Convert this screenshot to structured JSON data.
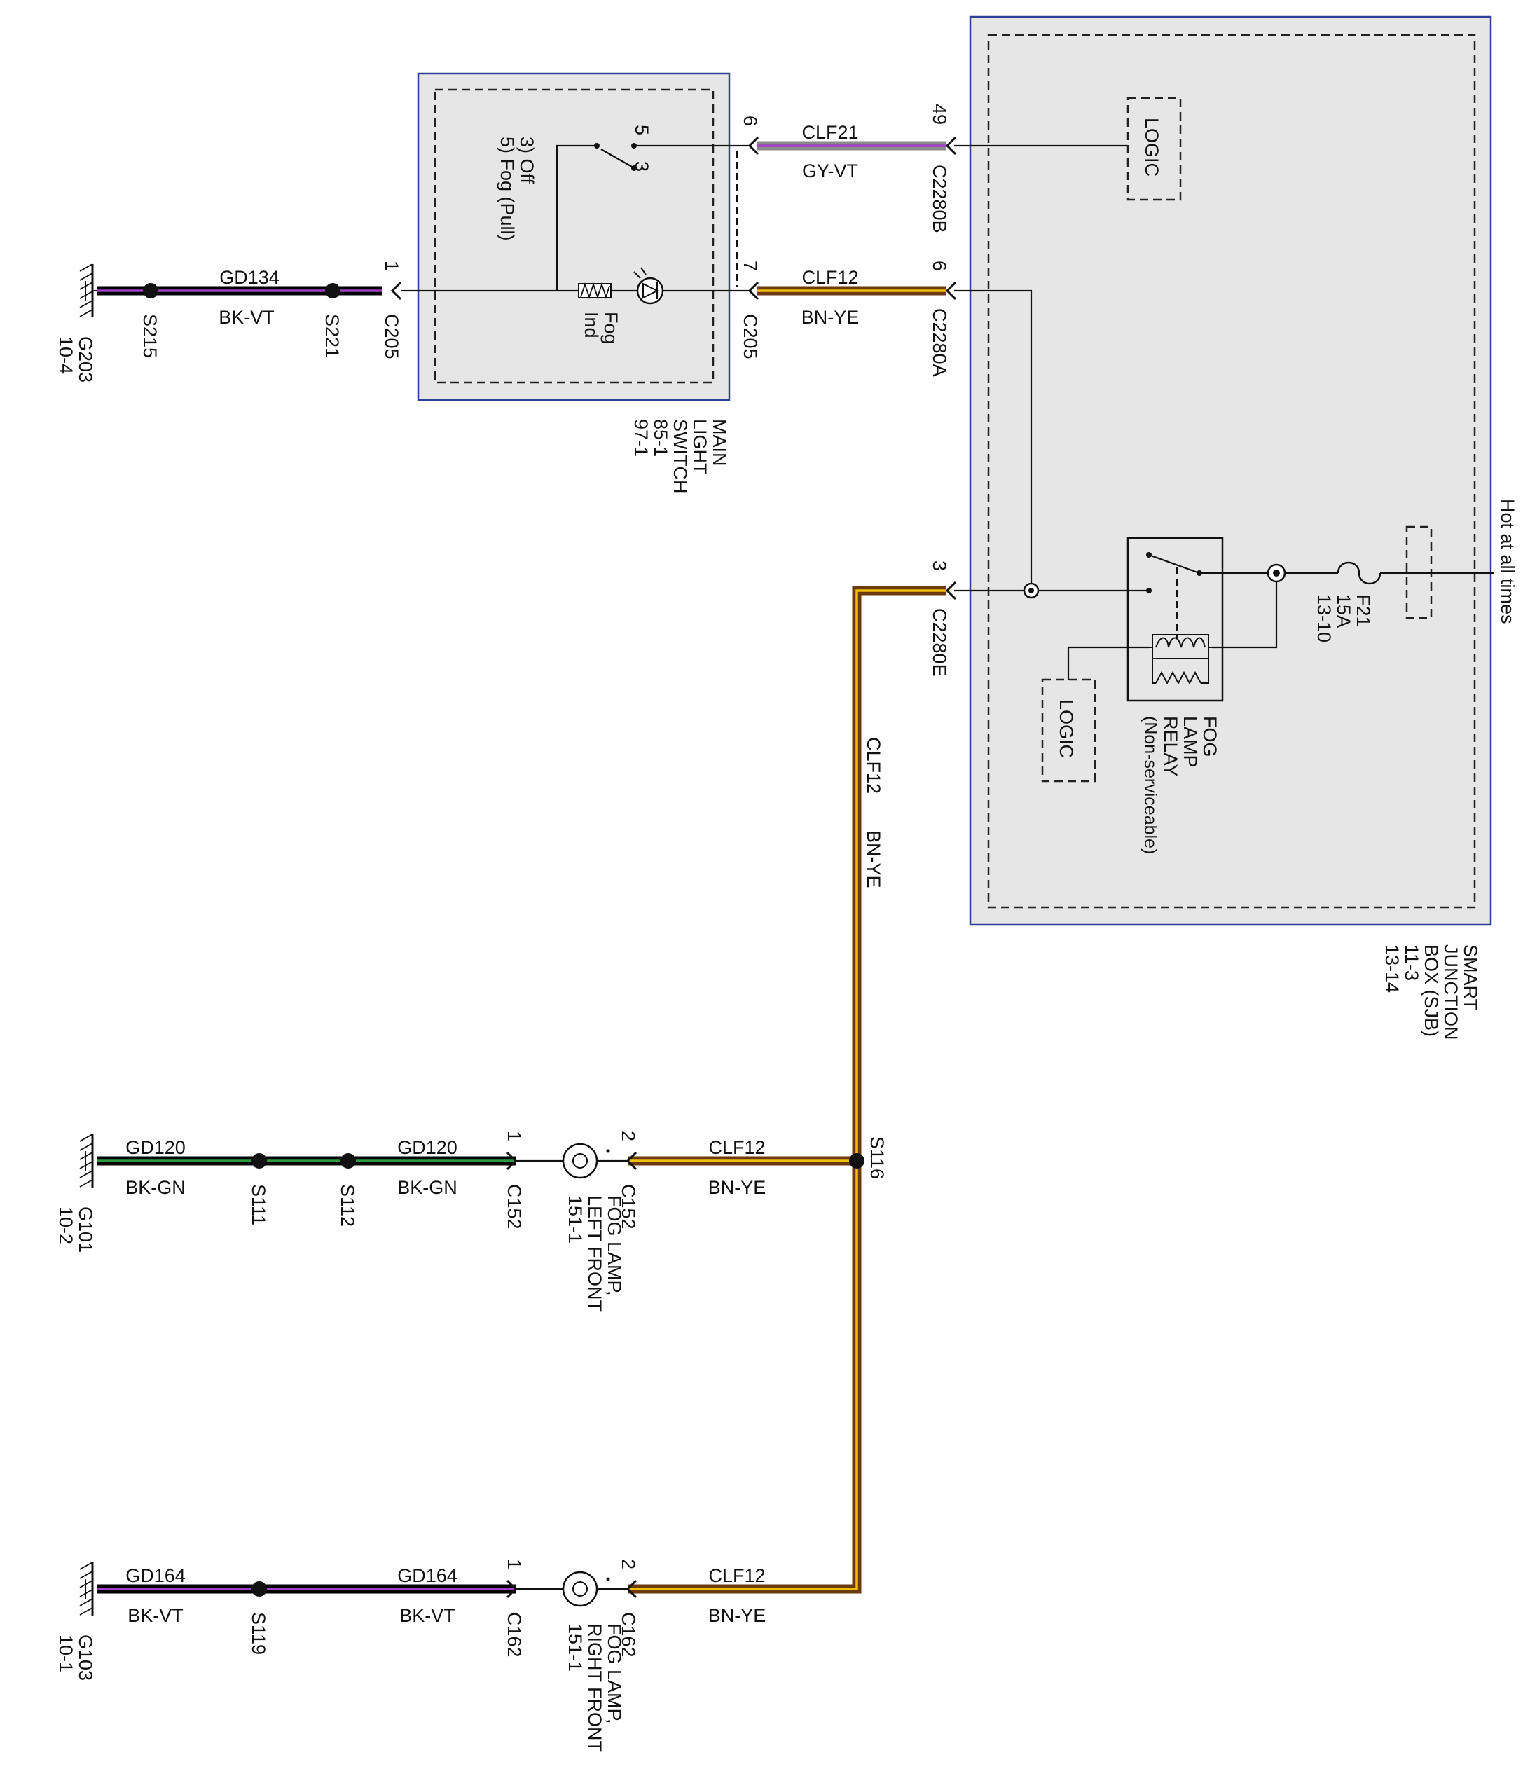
{
  "colors": {
    "black": "#000000",
    "violet": "#a040c8",
    "gray": "#8a8a8a",
    "brown": "#6b3a10",
    "yellow": "#f0c000",
    "green": "#2e9a3c",
    "box_fill": "#e6e6e6",
    "box_border": "#2e3f9a"
  },
  "modules": {
    "switch": {
      "lines": [
        "MAIN",
        "LIGHT",
        "SWITCH",
        "85-1",
        "97-1"
      ],
      "states": [
        "3) Off",
        "5) Fog (Pull)"
      ],
      "indicator": [
        "Fog",
        "Ind"
      ],
      "contacts": [
        "5",
        "3"
      ]
    },
    "sjb": {
      "lines": [
        "SMART",
        "JUNCTION",
        "BOX (SJB)",
        "11-3",
        "13-14"
      ],
      "logic": "LOGIC",
      "hot": "Hot at all times",
      "fuse": [
        "F21",
        "15A",
        "13-10"
      ],
      "relay": [
        "FOG",
        "LAMP",
        "RELAY",
        "(Non-serviceable)"
      ]
    },
    "lamp_left": {
      "lines": [
        "FOG LAMP,",
        "LEFT FRONT",
        "151-1"
      ]
    },
    "lamp_right": {
      "lines": [
        "FOG LAMP,",
        "RIGHT FRONT",
        "151-1"
      ]
    }
  },
  "circuits": {
    "gd134": {
      "id": "GD134",
      "color": "BK-VT"
    },
    "clf21": {
      "id": "CLF21",
      "color": "GY-VT"
    },
    "clf12": {
      "id": "CLF12",
      "color": "BN-YE"
    },
    "gd120": {
      "id": "GD120",
      "color": "BK-GN"
    },
    "gd164": {
      "id": "GD164",
      "color": "BK-VT"
    }
  },
  "connectors": {
    "c205": "C205",
    "c2280b": "C2280B",
    "c2280a": "C2280A",
    "c2280e": "C2280E",
    "c152": "C152",
    "c162": "C162",
    "pin1": "1",
    "pin2": "2",
    "pin3": "3",
    "pin6": "6",
    "pin7": "7",
    "pin49": "49"
  },
  "splices": {
    "s215": "S215",
    "s221": "S221",
    "s116": "S116",
    "s111": "S111",
    "s112": "S112",
    "s119": "S119"
  },
  "grounds": {
    "g203": {
      "id": "G203",
      "ref": "10-4"
    },
    "g101": {
      "id": "G101",
      "ref": "10-2"
    },
    "g103": {
      "id": "G103",
      "ref": "10-1"
    }
  }
}
